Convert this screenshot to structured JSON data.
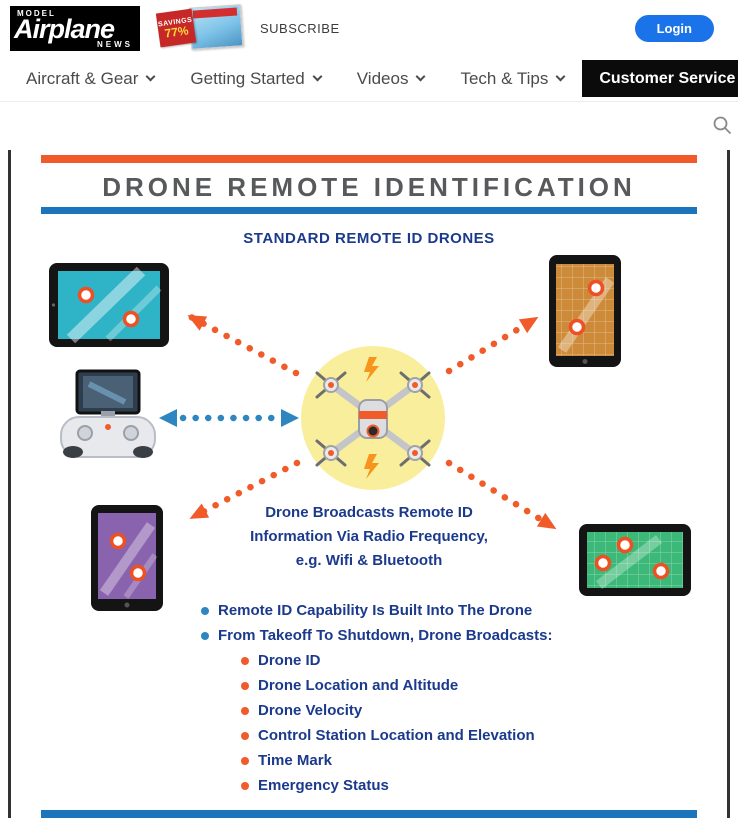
{
  "header": {
    "logo": {
      "model": "MODEL",
      "title": "Airplane",
      "news": "NEWS"
    },
    "magazine_badge": {
      "line1": "SAVINGS",
      "line2": "77%"
    },
    "subscribe_label": "SUBSCRIBE",
    "login_label": "Login"
  },
  "nav": {
    "items": [
      {
        "label": "Aircraft & Gear"
      },
      {
        "label": "Getting Started"
      },
      {
        "label": "Videos"
      },
      {
        "label": "Tech & Tips"
      },
      {
        "label": "Customer Service"
      }
    ]
  },
  "infographic": {
    "title": "DRONE REMOTE IDENTIFICATION",
    "subtitle": "STANDARD REMOTE ID DRONES",
    "broadcast_text": {
      "line1": "Drone Broadcasts Remote ID",
      "line2": "Information Via Radio Frequency,",
      "line3": "e.g. Wifi & Bluetooth"
    },
    "bullets": {
      "main1": "Remote ID Capability Is Built Into The Drone",
      "main2": "From Takeoff To Shutdown, Drone Broadcasts:",
      "sub": [
        "Drone ID",
        "Drone Location and Altitude",
        "Drone Velocity",
        "Control Station Location and Elevation",
        "Time Mark",
        "Emergency Status"
      ]
    },
    "colors": {
      "orange": "#f15a29",
      "bar_blue": "#1c75bc",
      "navy": "#1b3a8c",
      "title_gray": "#58595b",
      "bullet_blue": "#2e86c1",
      "circle_yellow": "#f9ee9c"
    }
  }
}
